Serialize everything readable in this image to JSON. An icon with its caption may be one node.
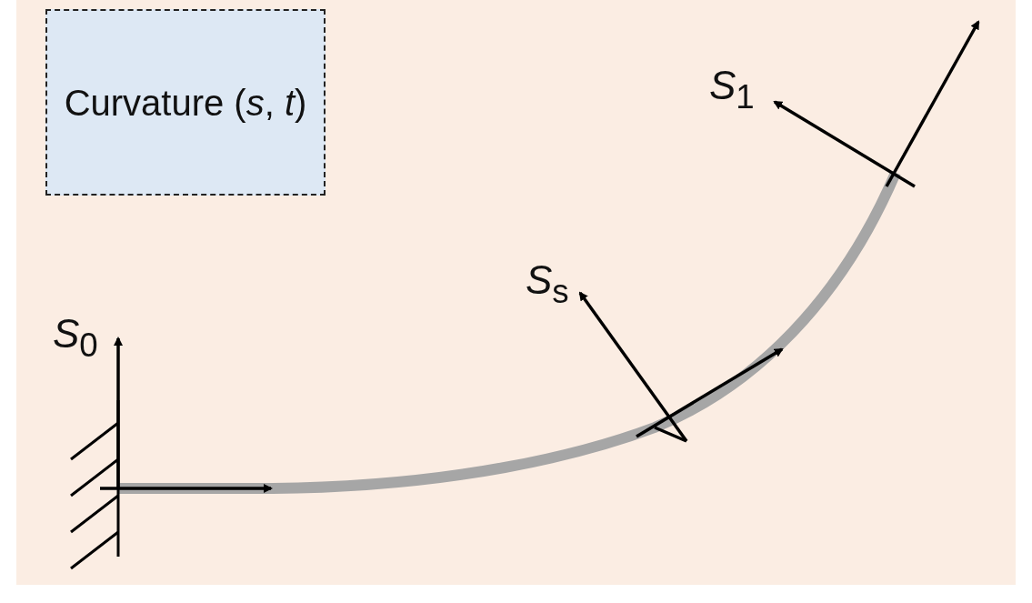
{
  "diagram": {
    "nodes": [
      {
        "text": [
          "Curvature (*s*, *t*)"
        ]
      }
    ],
    "labels": [
      "*S*$_{1}$",
      "*S*$_{s}$",
      "*S*$_{0}$"
    ]
  }
}
